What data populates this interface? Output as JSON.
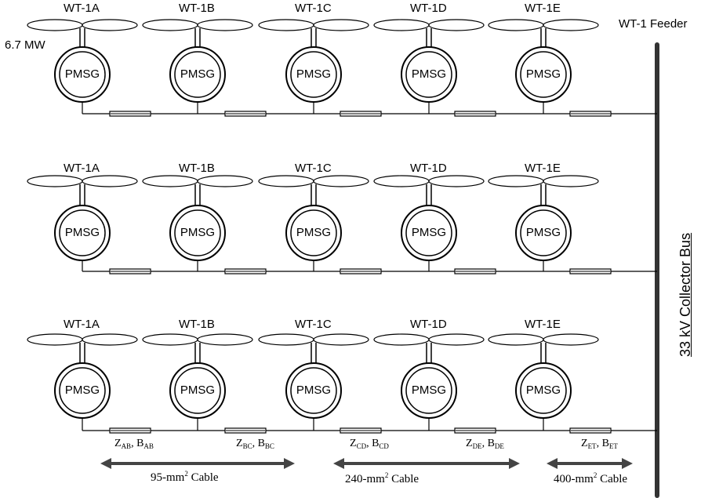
{
  "turbines": [
    "WT-1A",
    "WT-1B",
    "WT-1C",
    "WT-1D",
    "WT-1E"
  ],
  "generator_label": "PMSG",
  "feeder_label": "WT-1 Feeder",
  "rating_label": "6.7 MW",
  "bus_label": "33 kV Collector Bus",
  "impedances": [
    {
      "z": "Z",
      "b": "B",
      "sub": "AB"
    },
    {
      "z": "Z",
      "b": "B",
      "sub": "BC"
    },
    {
      "z": "Z",
      "b": "B",
      "sub": "CD"
    },
    {
      "z": "Z",
      "b": "B",
      "sub": "DE"
    },
    {
      "z": "Z",
      "b": "B",
      "sub": "ET"
    }
  ],
  "cables": [
    {
      "size": "95",
      "unit": "-mm",
      "sup": "2",
      "suffix": " Cable"
    },
    {
      "size": "240",
      "unit": "-mm",
      "sup": "2",
      "suffix": " Cable"
    },
    {
      "size": "400",
      "unit": "-mm",
      "sup": "2",
      "suffix": " Cable"
    }
  ],
  "colors": {
    "line": "#000000",
    "arrow": "#444444",
    "bus": "#333333"
  }
}
